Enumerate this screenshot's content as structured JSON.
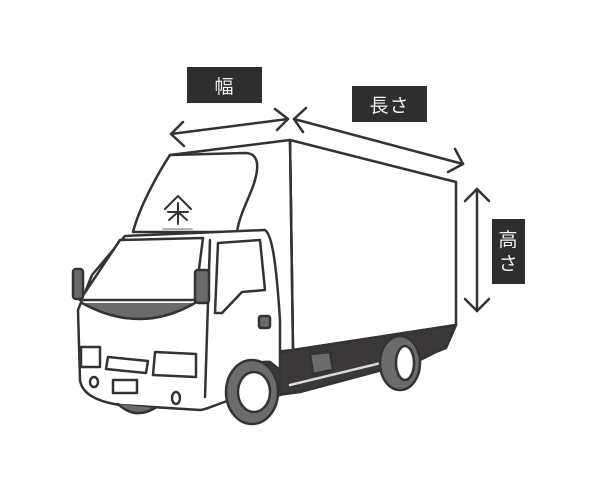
{
  "diagram": {
    "subject": "box truck",
    "dimension_labels": {
      "width": "幅",
      "length": "長さ",
      "height_top": "高",
      "height_bottom": "さ"
    },
    "colors": {
      "label_bg": "#2e2e2e",
      "label_text": "#f2f2f2",
      "line": "#333333",
      "dark_fill": "#3a3838",
      "mid_fill": "#6b6b6b",
      "background": "#ffffff"
    },
    "logo": {
      "icon": "kimuraya-logo-icon"
    }
  }
}
